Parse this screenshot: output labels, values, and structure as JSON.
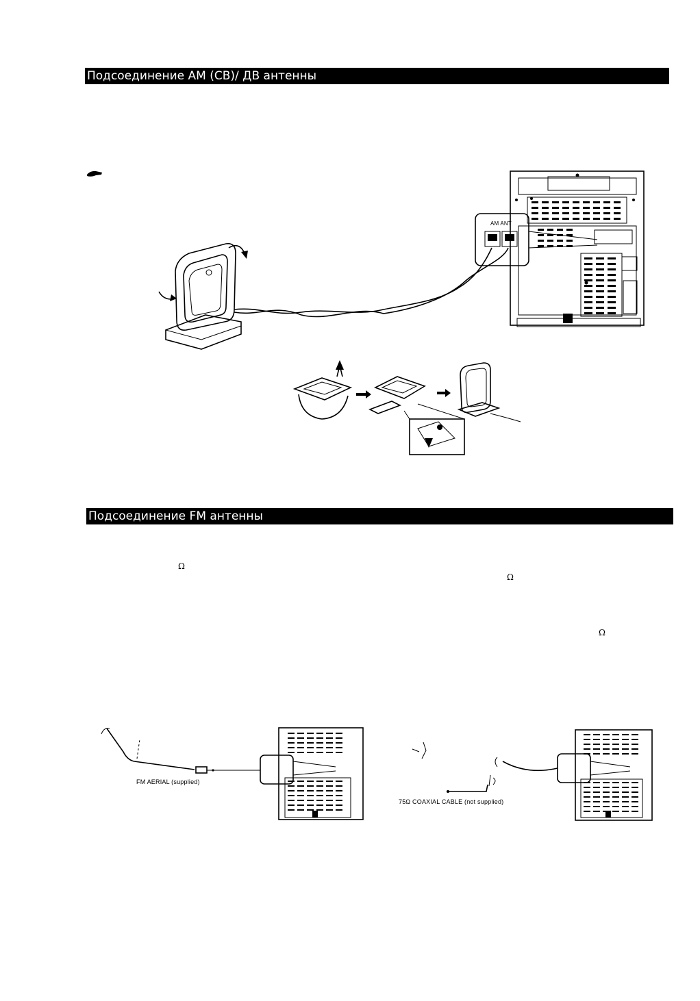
{
  "sections": {
    "am": {
      "heading": "Подсоединение AM (СВ)/ ДВ антенны"
    },
    "fm": {
      "heading": "Подсоединение FM антенны"
    }
  },
  "symbols": {
    "omega": "Ω"
  },
  "icons": {
    "note": "pointing-hand-icon"
  },
  "diagram_labels": {
    "am_ant": "AM ANT",
    "fm_aerial": "FM AERIAL (supplied)",
    "coax_cable": "75Ω COAXIAL CABLE (not supplied)"
  }
}
